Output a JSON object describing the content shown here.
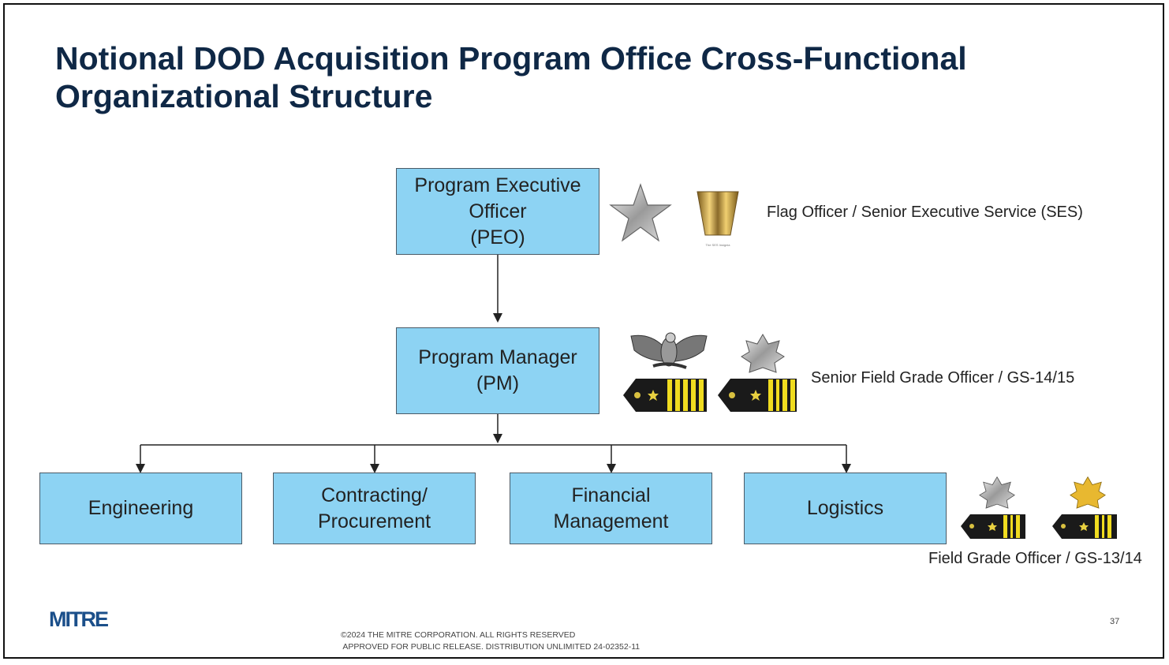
{
  "title": "Notional DOD Acquisition Program Office Cross-Functional Organizational Structure",
  "nodes": {
    "peo": "Program Executive\nOfficer\n(PEO)",
    "pm": "Program Manager\n(PM)",
    "engineering": "Engineering",
    "contracting": "Contracting/\nProcurement",
    "financial": "Financial\nManagement",
    "logistics": "Logistics"
  },
  "grade_labels": {
    "flag": "Flag Officer / Senior Executive Service (SES)",
    "senior_field": "Senior Field Grade Officer / GS-14/15",
    "field": "Field Grade Officer / GS-13/14"
  },
  "insignia_caption": "The SES Insignia",
  "footer": {
    "logo": "MITRE",
    "copyright": "©2024 THE MITRE CORPORATION. ALL RIGHTS RESERVED",
    "release": "APPROVED FOR PUBLIC RELEASE. DISTRIBUTION UNLIMITED 24-02352-11",
    "page_number": "37"
  },
  "colors": {
    "box_fill": "#8dd3f3",
    "title": "#0f2846",
    "logo": "#1b4f8a"
  }
}
